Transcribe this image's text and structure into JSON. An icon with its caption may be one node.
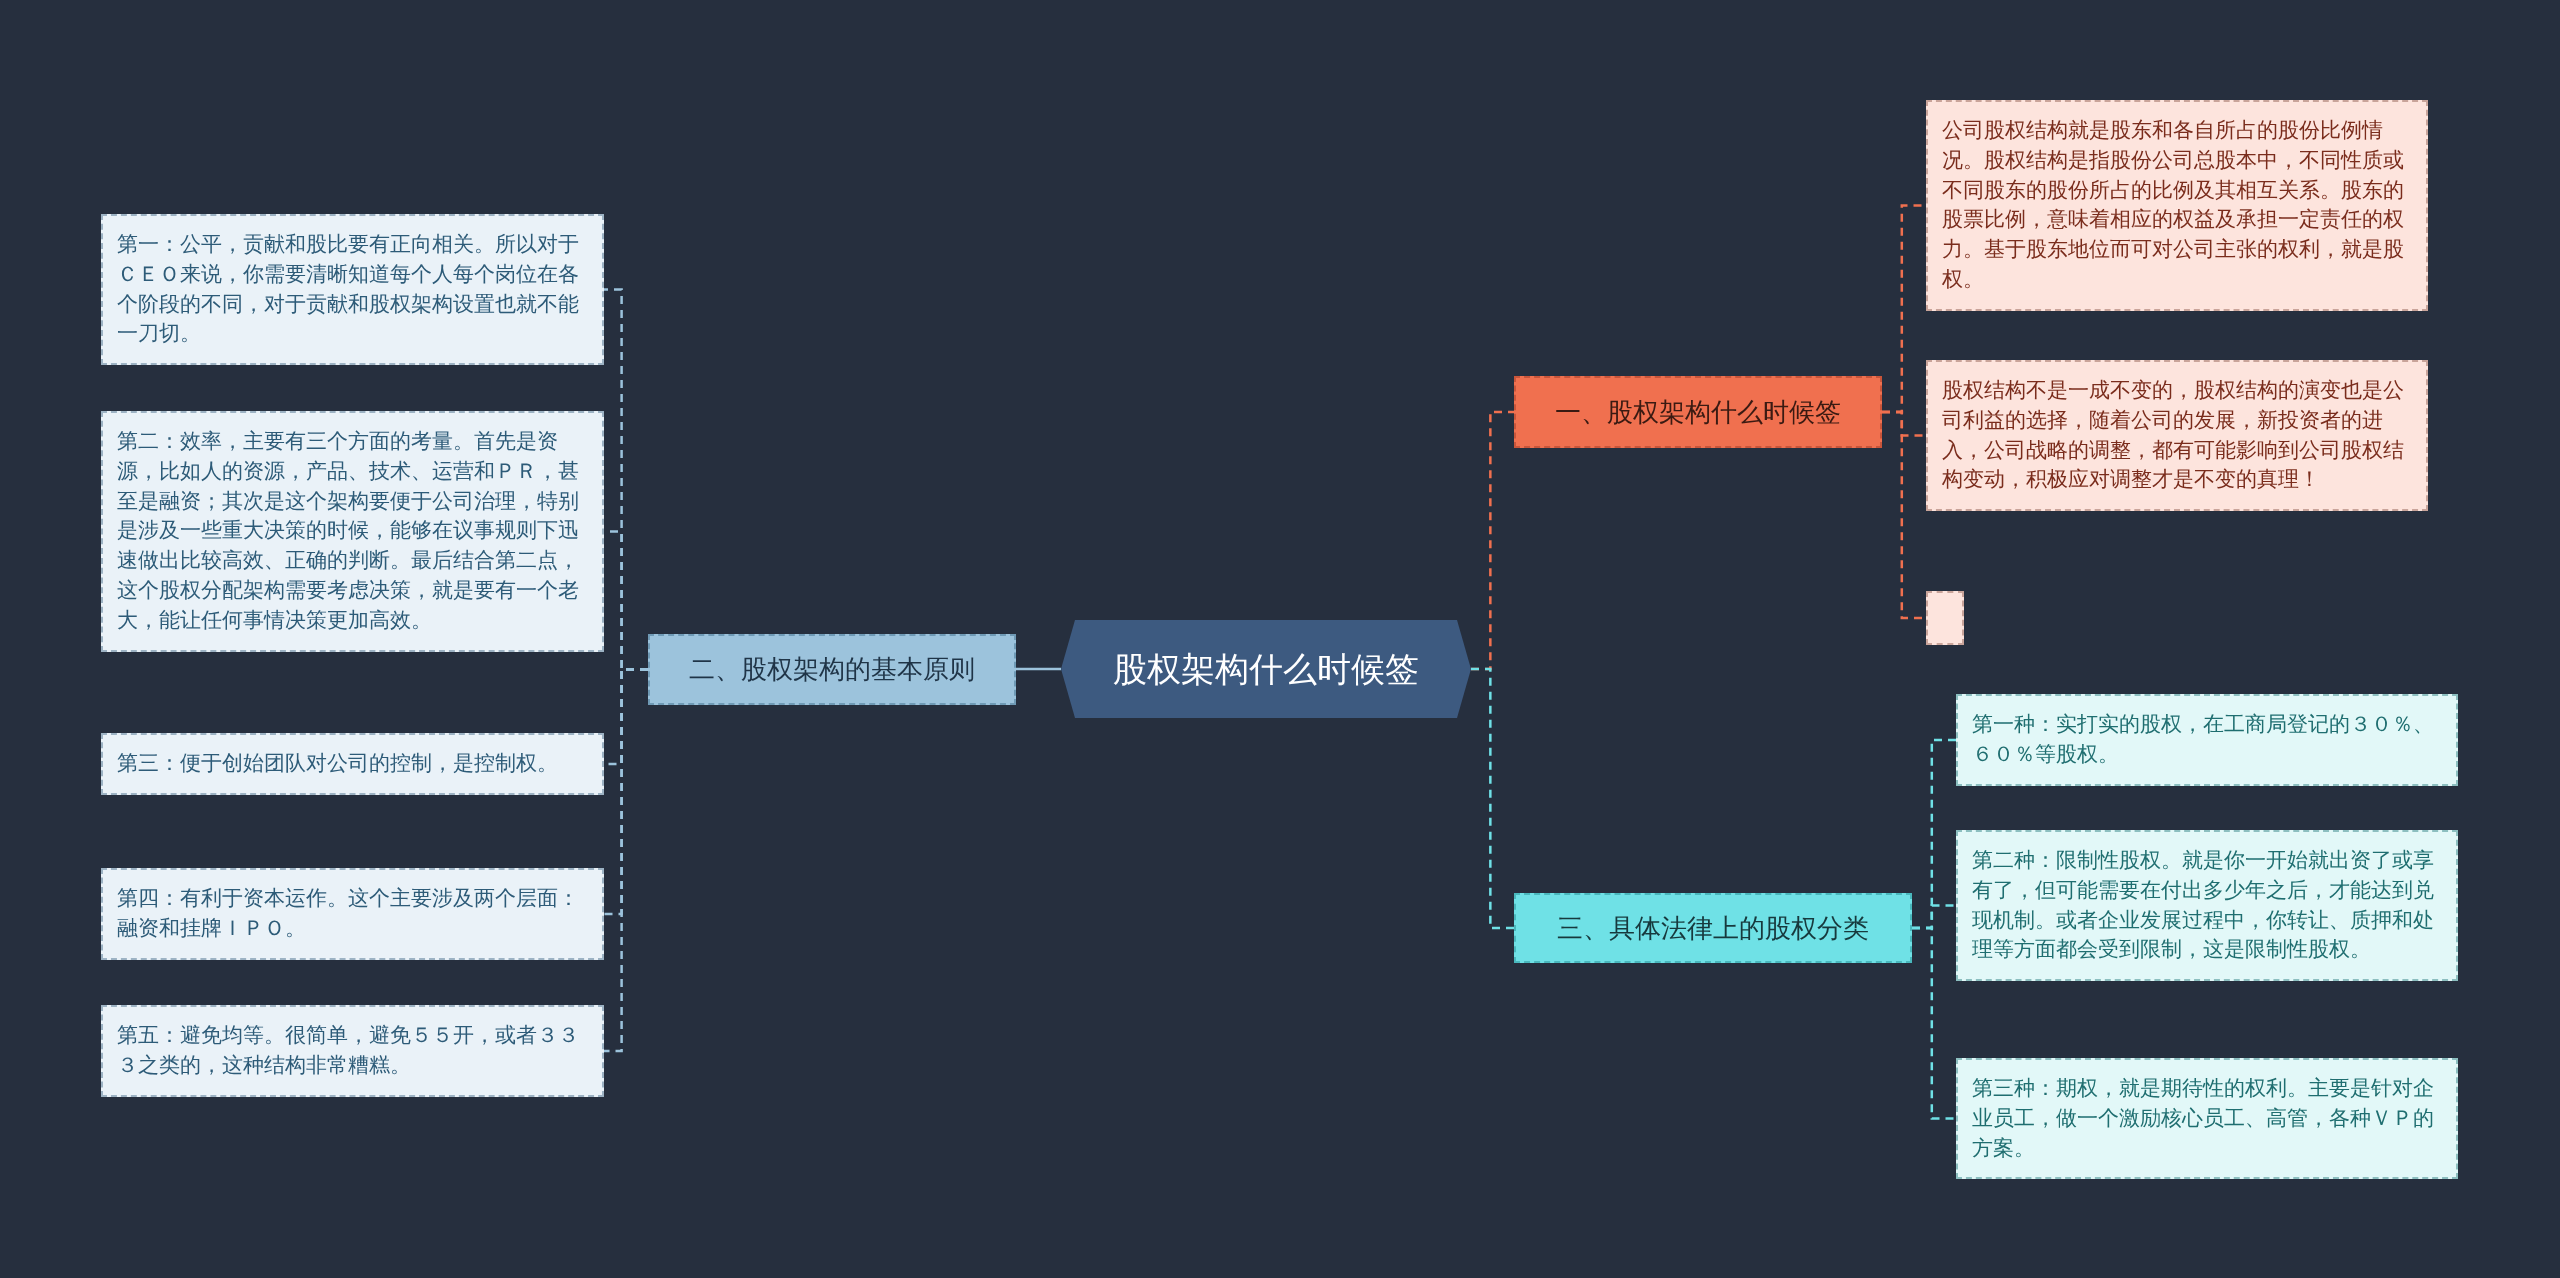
{
  "diagram": {
    "nodes": [
      {
        "text": [
          "股权架构什么时候签"
        ]
      },
      {
        "text": [
          "一、股权架构什么时候签"
        ]
      },
      {
        "text": [
          "公司股权结构就是股东和各自所占的股份比例情况。股权结构是指股份公司总股本中，不同性质或不同股东的股份所占的比例及其相互关系。股东的股票比例，意味着相应的权益及承担一定责任的权力。基于股东地位而可对公司主张的权利，就是股权。"
        ]
      },
      {
        "text": [
          "股权结构不是一成不变的，股权结构的演变也是公司利益的选择，随着公司的发展，新投资者的进入，公司战略的调整，都有可能影响到公司股权结构变动，积极应对调整才是不变的真理！"
        ]
      },
      {
        "text": [],
        "shape": "box"
      },
      {
        "text": [
          "三、具体法律上的股权分类"
        ]
      },
      {
        "text": [
          "第一种：实打实的股权，在工商局登记的３０％、６０％等股权。"
        ]
      },
      {
        "text": [
          "第二种：限制性股权。就是你一开始就出资了或享有了，但可能需要在付出多少年之后，才能达到兑现机制。或者企业发展过程中，你转让、质押和处理等方面都会受到限制，这是限制性股权。"
        ]
      },
      {
        "text": [
          "第三种：期权，就是期待性的权利。主要是针对企业员工，做一个激励核心员工、高管，各种ＶＰ的方案。"
        ]
      },
      {
        "text": [
          "二、股权架构的基本原则"
        ]
      },
      {
        "text": [
          "第一：公平，贡献和股比要有正向相关。所以对于ＣＥＯ来说，你需要清晰知道每个人每个岗位在各个阶段的不同，对于贡献和股权架构设置也就不能一刀切。"
        ]
      },
      {
        "text": [
          "第二：效率，主要有三个方面的考量。首先是资源，比如人的资源，产品、技术、运营和ＰＲ，甚至是融资；其次是这个架构要便于公司治理，特别是涉及一些重大决策的时候，能够在议事规则下迅速做出比较高效、正确的判断。最后结合第二点，这个股权分配架构需要考虑决策，就是要有一个老大，能让任何事情决策更加高效。"
        ]
      },
      {
        "text": [
          "第三：便于创始团队对公司的控制，是控制权。"
        ]
      },
      {
        "text": [
          "第四：有利于资本运作。这个主要涉及两个层面：融资和挂牌ＩＰＯ。"
        ]
      },
      {
        "text": [
          "第五：避免均等。很简单，避免５５开，或者３３３之类的，这种结构非常糟糕。"
        ]
      }
    ],
    "edges": [
      {
        "from": 0,
        "to": 1,
        "arrow": "none",
        "style": "dashed",
        "color": "#f0704f"
      },
      {
        "from": 1,
        "to": 2,
        "arrow": "none",
        "style": "dashed",
        "color": "#f0704f"
      },
      {
        "from": 1,
        "to": 3,
        "arrow": "none",
        "style": "dashed",
        "color": "#f0704f"
      },
      {
        "from": 1,
        "to": 4,
        "arrow": "none",
        "style": "dashed",
        "color": "#f0704f"
      },
      {
        "from": 0,
        "to": 5,
        "arrow": "none",
        "style": "dashed",
        "color": "#6fe1e6"
      },
      {
        "from": 5,
        "to": 6,
        "arrow": "none",
        "style": "dashed",
        "color": "#6fe1e6"
      },
      {
        "from": 5,
        "to": 7,
        "arrow": "none",
        "style": "dashed",
        "color": "#6fe1e6"
      },
      {
        "from": 5,
        "to": 8,
        "arrow": "none",
        "style": "dashed",
        "color": "#6fe1e6"
      },
      {
        "from": 0,
        "to": 9,
        "arrow": "none"
      },
      {
        "from": 9,
        "to": 10,
        "arrow": "none",
        "style": "dashed"
      },
      {
        "from": 9,
        "to": 11,
        "arrow": "none",
        "style": "dashed"
      },
      {
        "from": 9,
        "to": 12,
        "arrow": "none",
        "style": "dashed"
      },
      {
        "from": 9,
        "to": 13,
        "arrow": "none",
        "style": "dashed"
      },
      {
        "from": 9,
        "to": 14,
        "arrow": "none",
        "style": "dashed"
      }
    ]
  }
}
